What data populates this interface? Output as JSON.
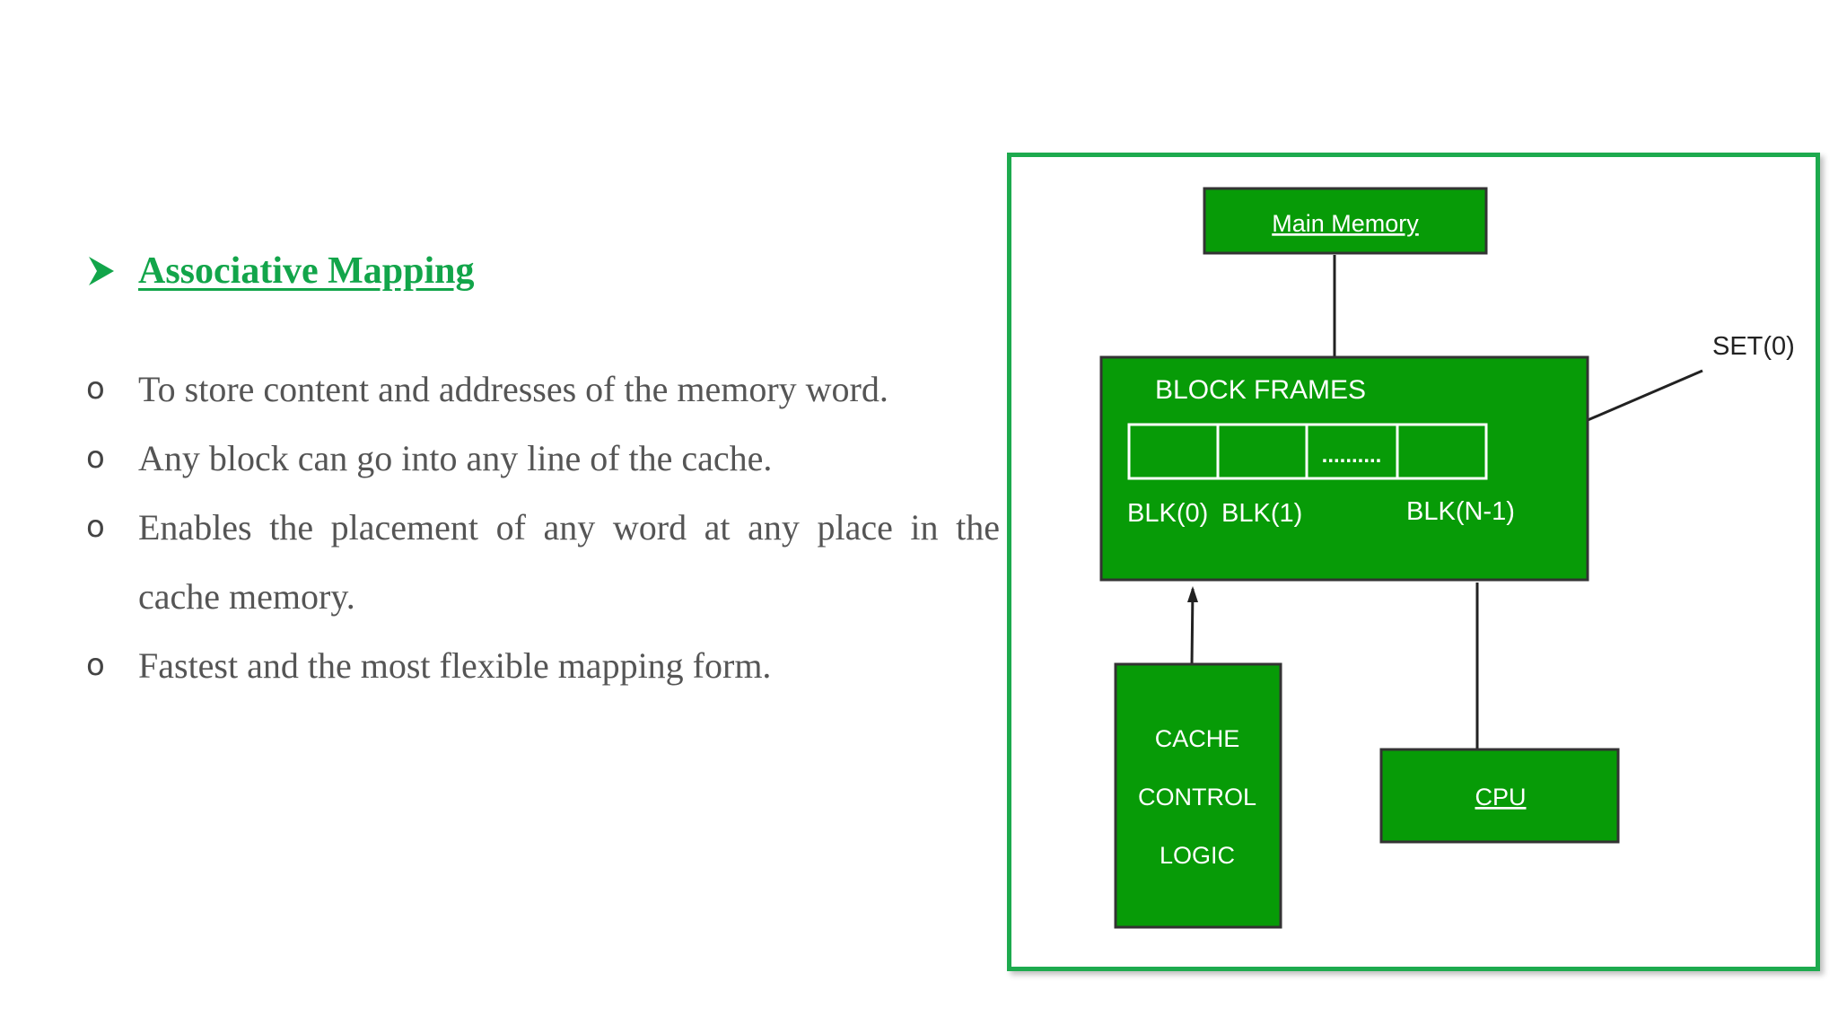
{
  "heading": {
    "title": "Associative Mapping"
  },
  "bullets": [
    "To store content and addresses of the memory word.",
    "Any block can go into any line of the cache.",
    "Enables the placement of any word at any place in the cache memory.",
    "Fastest and the most flexible mapping form."
  ],
  "bullet_marker": "o",
  "diagram": {
    "main_memory": "Main Memory",
    "block_frames": "BLOCK FRAMES",
    "dots": "..........",
    "blk0": "BLK(0)",
    "blk1": "BLK(1)",
    "blkn": "BLK(N-1)",
    "set0": "SET(0)",
    "cache_line1": "CACHE",
    "cache_line2": "CONTROL",
    "cache_line3": "LOGIC",
    "cpu": "CPU"
  },
  "colors": {
    "accent_green": "#12a54a",
    "box_green": "#079b07",
    "frame_green": "#1daa4e"
  }
}
